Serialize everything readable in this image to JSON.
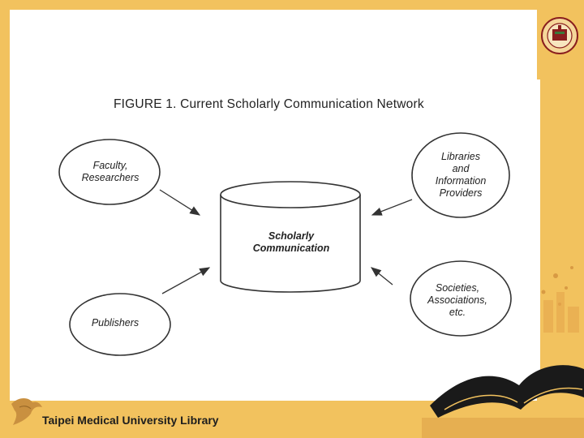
{
  "slide": {
    "background_color": "#f2c25e",
    "figure_title": "FIGURE 1. Current Scholarly Communication Network",
    "footer_title": "Taipei Medical University Library"
  },
  "diagram": {
    "center_node": "Scholarly\nCommunication",
    "nodes": {
      "faculty": "Faculty,\nResearchers",
      "libraries": "Libraries\nand\nInformation\nProviders",
      "publishers": "Publishers",
      "societies": "Societies,\nAssociations,\netc."
    }
  },
  "icons": [
    "university-seal-icon",
    "bird-icon",
    "open-book-icon"
  ]
}
